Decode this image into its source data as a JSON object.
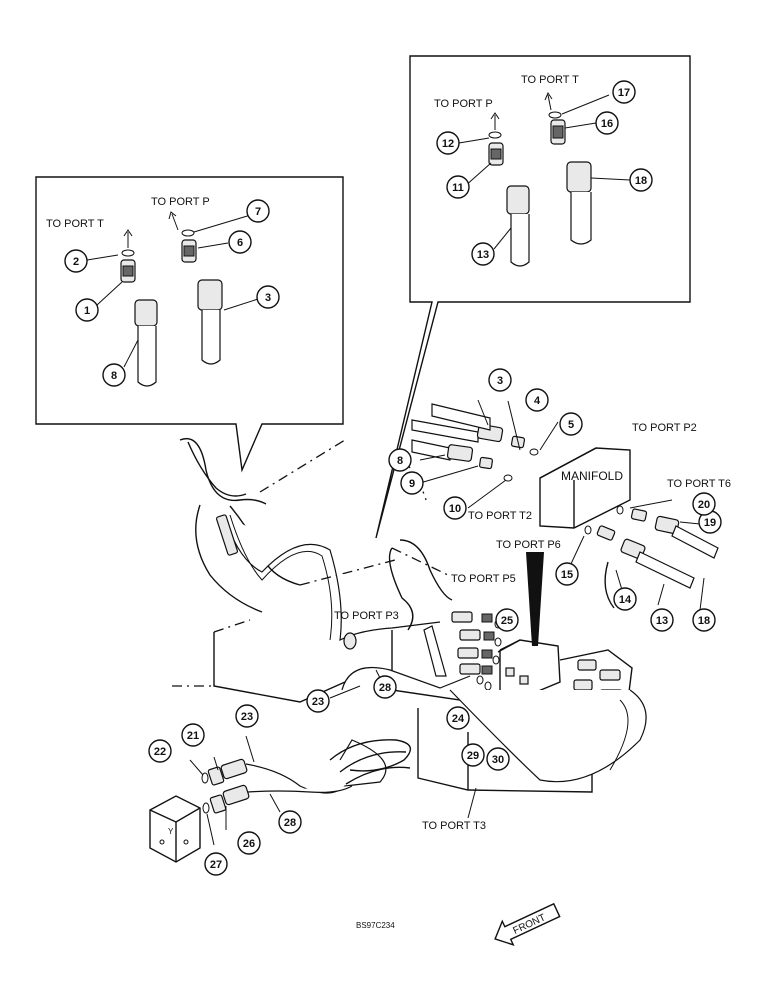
{
  "labels": {
    "to_port_t_left": "TO PORT T",
    "to_port_p_left": "TO PORT P",
    "to_port_p_right": "TO PORT P",
    "to_port_t_right": "TO PORT T",
    "to_port_p2": "TO PORT P2",
    "to_port_t6": "TO PORT T6",
    "to_port_t2": "TO PORT T2",
    "to_port_p6": "TO PORT P6",
    "to_port_p5": "TO PORT P5",
    "to_port_p3": "TO PORT P3",
    "to_port_t3": "TO PORT T3",
    "manifold": "MANIFOLD",
    "drawing_code": "BS97C234",
    "front": "FRONT"
  },
  "callouts": [
    "1",
    "2",
    "3",
    "4",
    "5",
    "6",
    "7",
    "8",
    "9",
    "10",
    "11",
    "12",
    "13",
    "14",
    "15",
    "16",
    "17",
    "18",
    "19",
    "20",
    "21",
    "22",
    "23",
    "24",
    "25",
    "26",
    "27",
    "28",
    "29",
    "30"
  ]
}
